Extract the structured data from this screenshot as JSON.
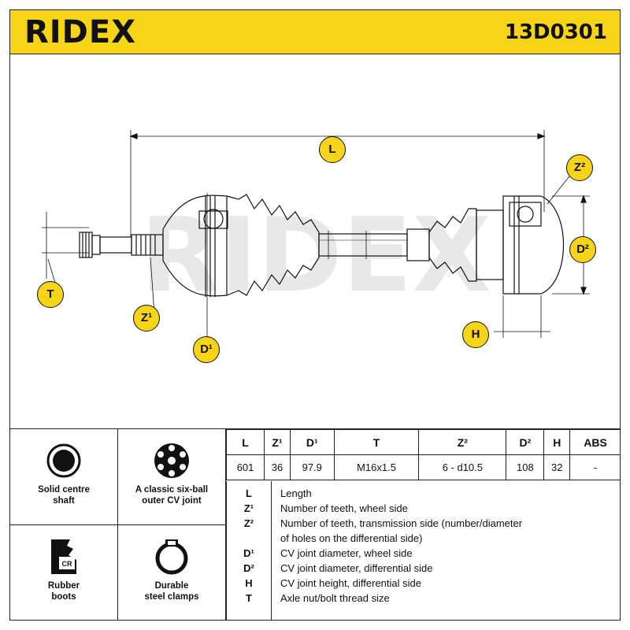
{
  "header": {
    "brand": "RIDEX",
    "part_number": "13D0301"
  },
  "drawing": {
    "watermark": "RIDEX",
    "callouts": {
      "L": "L",
      "Z2": "Z²",
      "D2": "D²",
      "T": "T",
      "Z1": "Z¹",
      "D1": "D¹",
      "H": "H"
    }
  },
  "features": [
    {
      "icon": "solid-shaft-icon",
      "label_line1": "Solid centre",
      "label_line2": "shaft"
    },
    {
      "icon": "six-ball-joint-icon",
      "label_line1": "A classic six-ball",
      "label_line2": "outer CV joint"
    },
    {
      "icon": "rubber-boot-icon",
      "label_line1": "Rubber",
      "label_line2": "boots",
      "badge": "CR"
    },
    {
      "icon": "steel-clamp-icon",
      "label_line1": "Durable",
      "label_line2": "steel clamps"
    }
  ],
  "spec_table": {
    "headers": [
      "L",
      "Z¹",
      "D¹",
      "T",
      "Z²",
      "D²",
      "H",
      "ABS"
    ],
    "values": [
      "601",
      "36",
      "97.9",
      "M16x1.5",
      "6 - d10.5",
      "108",
      "32",
      "-"
    ]
  },
  "legend": [
    {
      "code": "L",
      "desc": "Length"
    },
    {
      "code": "Z¹",
      "desc": "Number of teeth, wheel side"
    },
    {
      "code": "Z²",
      "desc": "Number of teeth, transmission side (number/diameter"
    },
    {
      "code": "",
      "desc": "of holes on the differential side)"
    },
    {
      "code": "D¹",
      "desc": "CV joint diameter, wheel side"
    },
    {
      "code": "D²",
      "desc": "CV joint diameter, differential side"
    },
    {
      "code": "H",
      "desc": "CV joint height, differential side"
    },
    {
      "code": "T",
      "desc": "Axle nut/bolt thread size"
    }
  ],
  "colors": {
    "accent": "#f7d417",
    "line": "#111111",
    "watermark": "#e6e6e6"
  }
}
